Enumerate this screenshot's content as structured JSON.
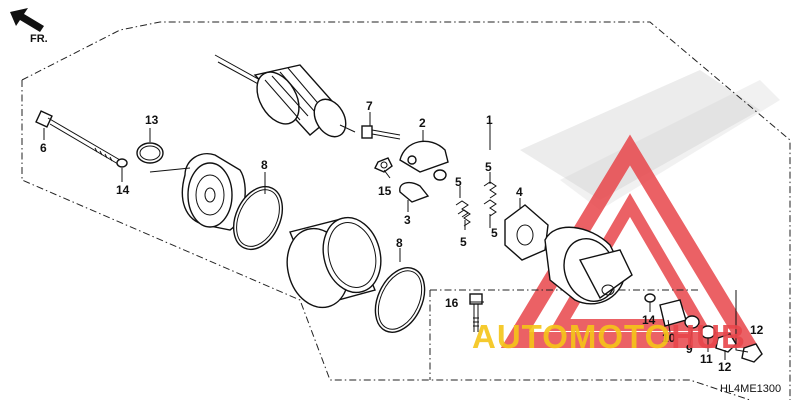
{
  "direction_label": "FR.",
  "diagram_code": "HL4ME1300",
  "watermark": {
    "part1": "AUTOMOTO",
    "part2": "HUB",
    "color1": "#f5c518",
    "color2": "#e8464b"
  },
  "callouts": [
    "1",
    "2",
    "3",
    "4",
    "5",
    "5",
    "5",
    "5",
    "6",
    "7",
    "8",
    "8",
    "9",
    "10",
    "11",
    "12",
    "12",
    "13",
    "14",
    "14",
    "15",
    "16"
  ]
}
